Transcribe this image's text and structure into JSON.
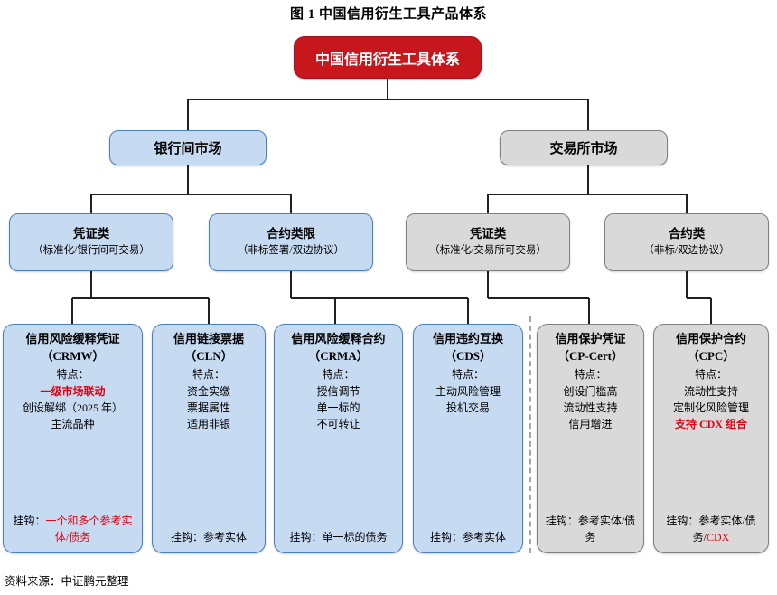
{
  "figure": {
    "title": "图 1   中国信用衍生工具产品体系",
    "source": "资料来源：中证鹏元整理"
  },
  "colors": {
    "root_fill": "#C8161D",
    "blue_fill": "#C6DAF2",
    "blue_border": "#4A7FBE",
    "gray_fill": "#D9D9D9",
    "gray_border": "#808080",
    "highlight": "#E2000F"
  },
  "root": {
    "label": "中国信用衍生工具体系"
  },
  "markets": [
    {
      "id": "interbank",
      "label": "银行间市场",
      "style": "blue"
    },
    {
      "id": "exchange",
      "label": "交易所市场",
      "style": "gray"
    }
  ],
  "categories": [
    {
      "id": "ib-cert",
      "title": "凭证类",
      "subtitle": "（标准化/银行间可交易）",
      "style": "blue"
    },
    {
      "id": "ib-contract",
      "title": "合约类限",
      "subtitle": "（非标签署/双边协议）",
      "style": "blue"
    },
    {
      "id": "ex-cert",
      "title": "凭证类",
      "subtitle": "（标准化/交易所可交易）",
      "style": "gray"
    },
    {
      "id": "ex-contract",
      "title": "合约类",
      "subtitle": "（非标/双边协议）",
      "style": "gray"
    }
  ],
  "products": [
    {
      "id": "crmw",
      "name": "信用风险缓释凭证",
      "abbr": "（CRMW）",
      "feature_label": "特点：",
      "features": [
        {
          "text": "一级市场联动",
          "highlight": true
        },
        {
          "text": "创设解绑（2025 年）",
          "highlight": false
        },
        {
          "text": "主流品种",
          "highlight": false
        }
      ],
      "link_label": "挂钩：",
      "link_value": "一个和多个参考实体/债务",
      "link_highlight": true,
      "style": "blue"
    },
    {
      "id": "cln",
      "name": "信用链接票据",
      "abbr": "（CLN）",
      "feature_label": "特点：",
      "features": [
        {
          "text": "资金实缴",
          "highlight": false
        },
        {
          "text": "票据属性",
          "highlight": false
        },
        {
          "text": "适用非银",
          "highlight": false
        }
      ],
      "link_label": "挂钩：",
      "link_value": "参考实体",
      "link_highlight": false,
      "style": "blue"
    },
    {
      "id": "crma",
      "name": "信用风险缓释合约",
      "abbr": "（CRMA）",
      "feature_label": "特点：",
      "features": [
        {
          "text": "授信调节",
          "highlight": false
        },
        {
          "text": "单一标的",
          "highlight": false
        },
        {
          "text": "不可转让",
          "highlight": false
        }
      ],
      "link_label": "挂钩：",
      "link_value": "单一标的债务",
      "link_highlight": false,
      "style": "blue"
    },
    {
      "id": "cds",
      "name": "信用违约互换",
      "abbr": "（CDS）",
      "feature_label": "特点：",
      "features": [
        {
          "text": "主动风险管理",
          "highlight": false
        },
        {
          "text": "投机交易",
          "highlight": false
        }
      ],
      "link_label": "挂钩：",
      "link_value": "参考实体",
      "link_highlight": false,
      "style": "blue"
    },
    {
      "id": "cpcert",
      "name": "信用保护凭证",
      "abbr": "（CP-Cert）",
      "feature_label": "特点：",
      "features": [
        {
          "text": "创设门槛高",
          "highlight": false
        },
        {
          "text": "流动性支持",
          "highlight": false
        },
        {
          "text": "信用增进",
          "highlight": false
        }
      ],
      "link_label": "挂钩：",
      "link_value": "参考实体/债务",
      "link_highlight": false,
      "style": "gray"
    },
    {
      "id": "cpc",
      "name": "信用保护合约",
      "abbr": "（CPC）",
      "feature_label": "特点：",
      "features": [
        {
          "text": "流动性支持",
          "highlight": false
        },
        {
          "text": "定制化风险管理",
          "highlight": false
        },
        {
          "text": "支持 CDX 组合",
          "highlight": true
        }
      ],
      "link_label": "挂钩：",
      "link_value_plain": "参考实体/债务/",
      "link_value_highlight": "CDX",
      "link_highlight": false,
      "style": "gray"
    }
  ]
}
